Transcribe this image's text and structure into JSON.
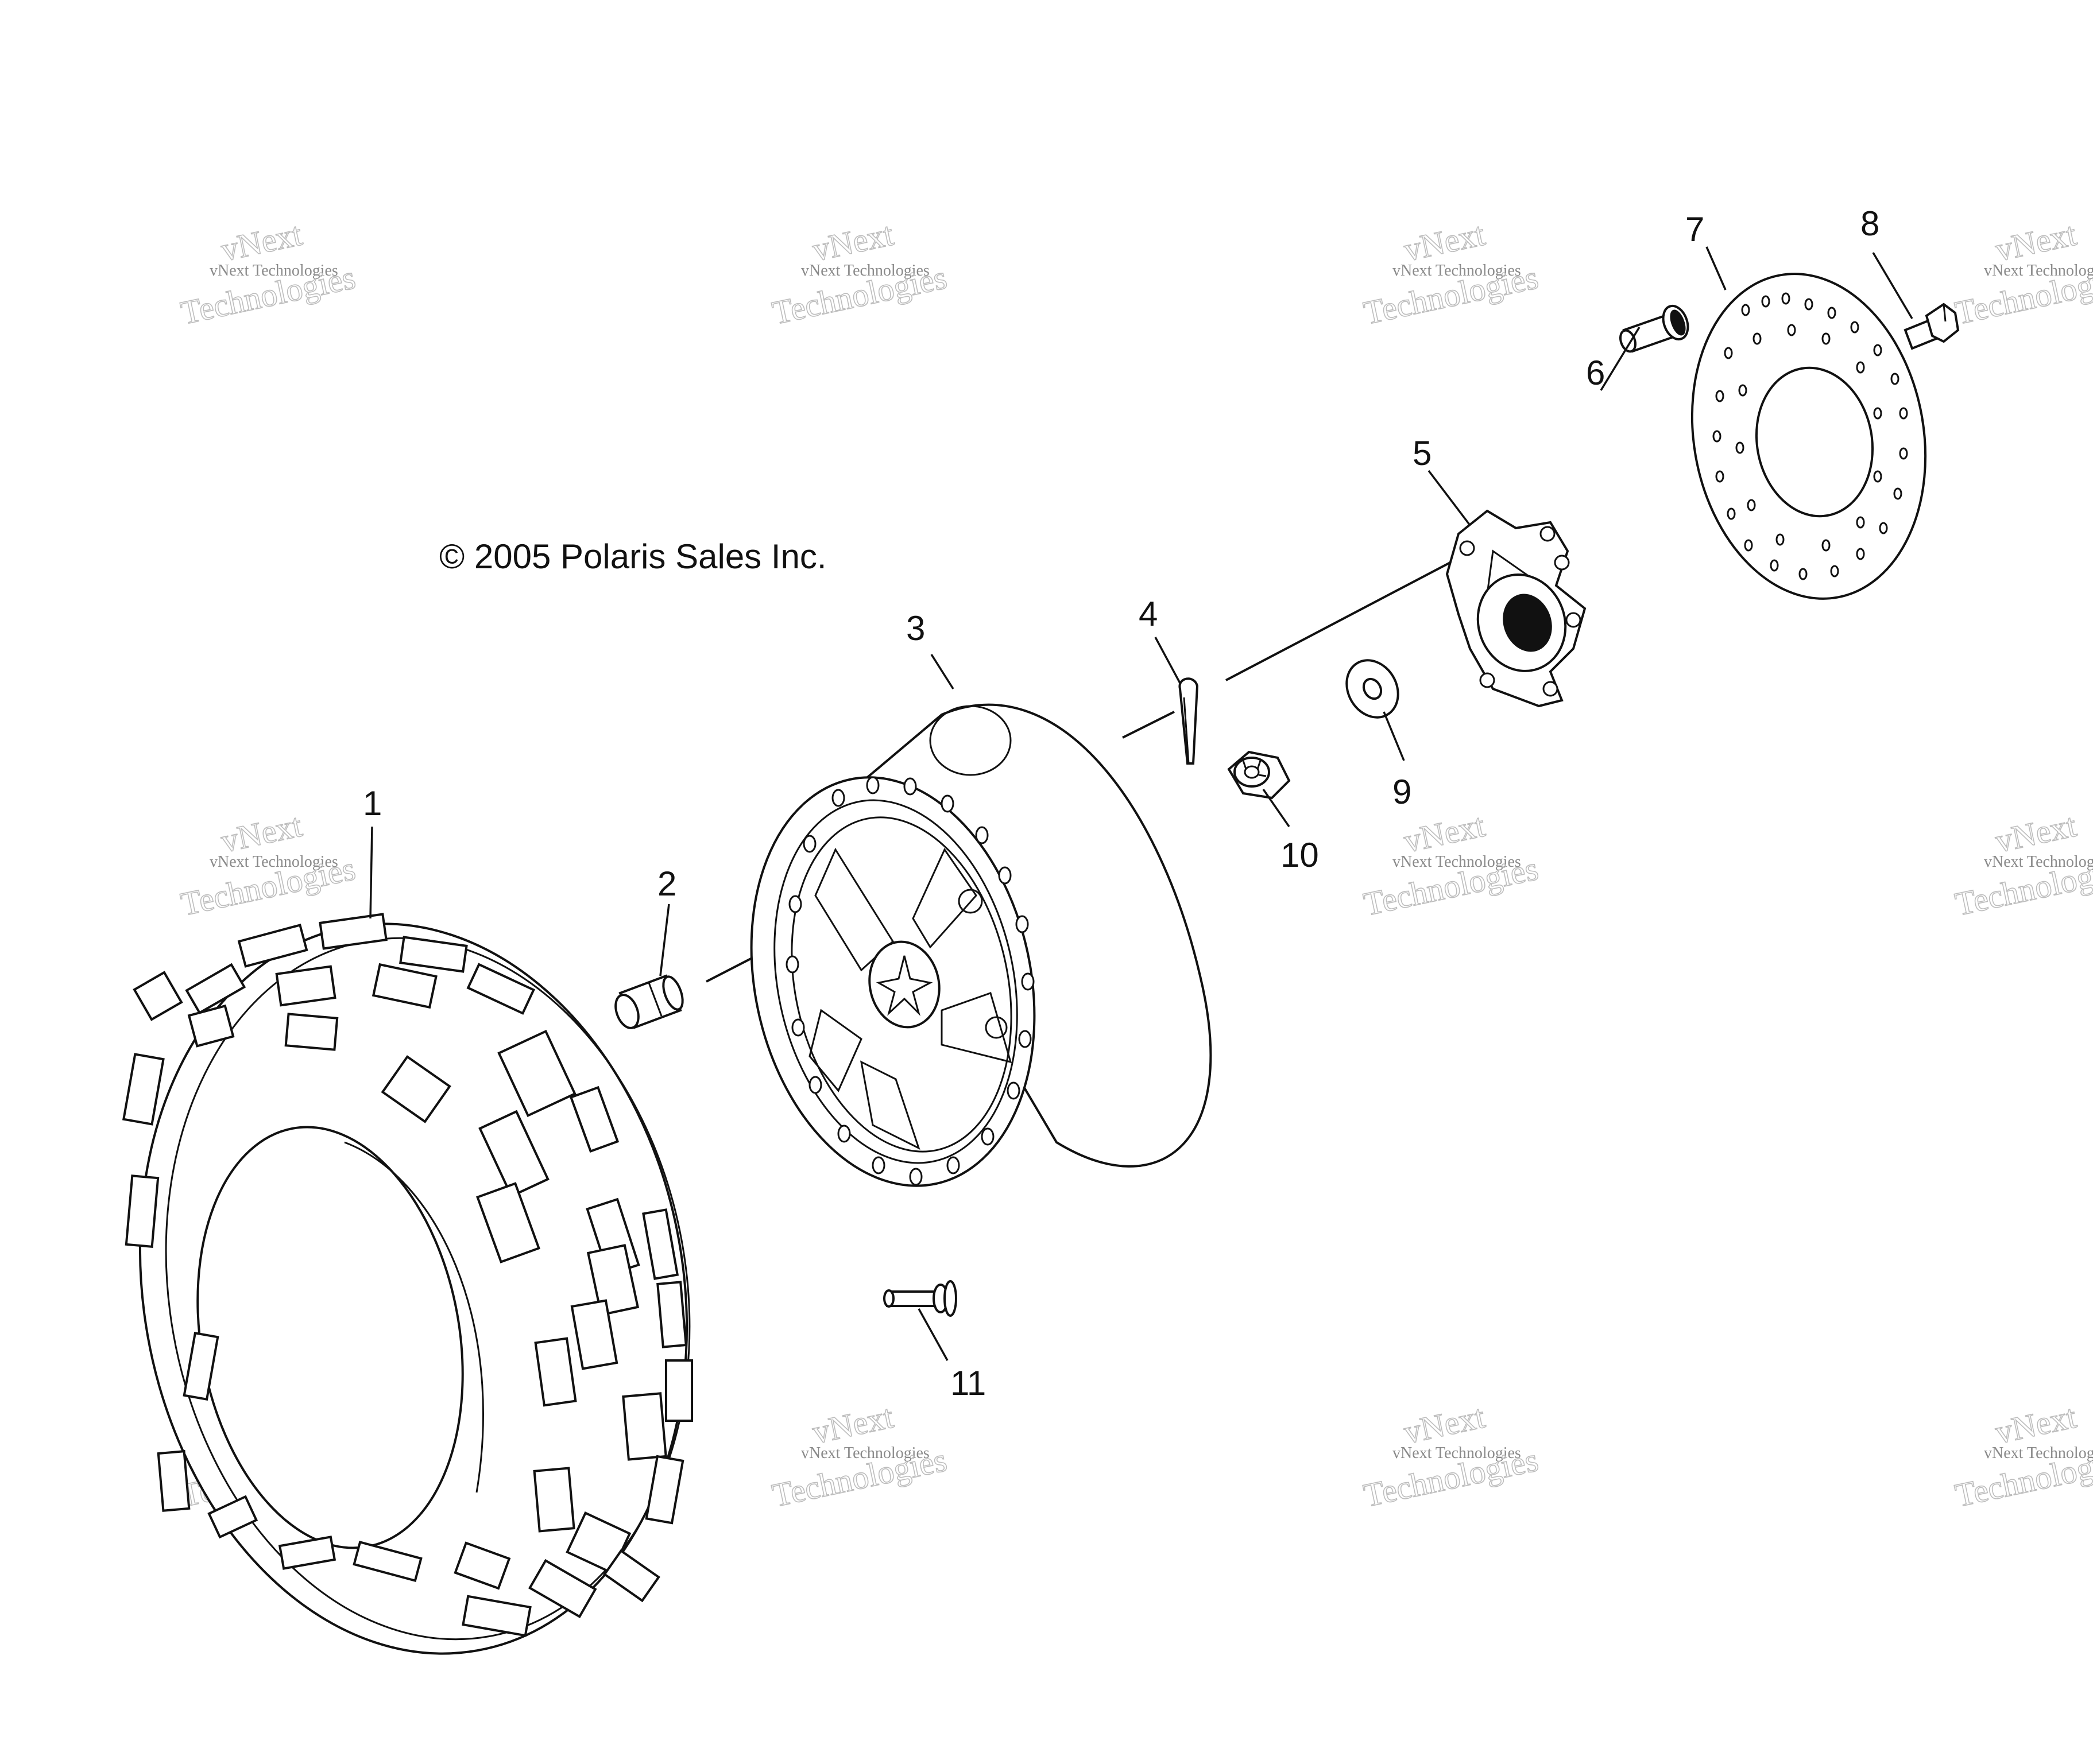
{
  "copyright": "© 2005 Polaris Sales Inc.",
  "watermark": {
    "small_text": "vNext Technologies",
    "big_line1": "vNext",
    "big_line2": "Technologies"
  },
  "callouts": [
    {
      "number": "1",
      "part": "tire"
    },
    {
      "number": "2",
      "part": "valve-stem"
    },
    {
      "number": "3",
      "part": "wheel-rim"
    },
    {
      "number": "4",
      "part": "cotter-pin"
    },
    {
      "number": "5",
      "part": "wheel-hub"
    },
    {
      "number": "6",
      "part": "hub-stud"
    },
    {
      "number": "7",
      "part": "brake-disc"
    },
    {
      "number": "8",
      "part": "disc-bolt"
    },
    {
      "number": "9",
      "part": "washer"
    },
    {
      "number": "10",
      "part": "castle-nut"
    },
    {
      "number": "11",
      "part": "wheel-bolt"
    }
  ]
}
